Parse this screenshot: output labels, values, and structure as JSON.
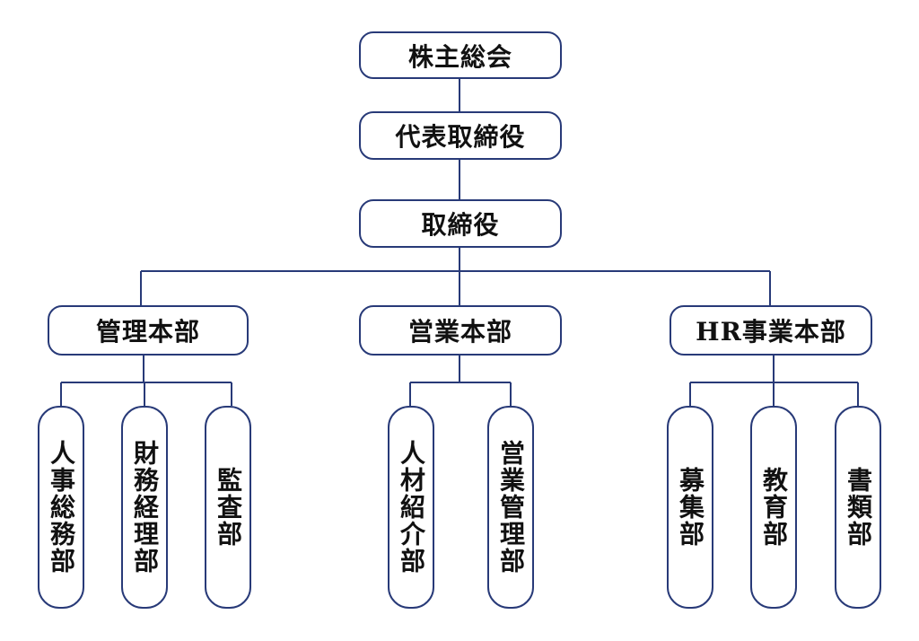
{
  "org": {
    "top": "株主総会",
    "ceo": "代表取締役",
    "board": "取締役",
    "divisions": [
      {
        "name": "管理本部",
        "departments": [
          "人事総務部",
          "財務経理部",
          "監査部"
        ]
      },
      {
        "name": "営業本部",
        "departments": [
          "人材紹介部",
          "営業管理部"
        ]
      },
      {
        "name": "HR事業本部",
        "departments": [
          "募集部",
          "教育部",
          "書類部"
        ]
      }
    ]
  },
  "colors": {
    "line": "#283a78",
    "border": "#283a78",
    "text": "#111111",
    "background": "#ffffff"
  }
}
